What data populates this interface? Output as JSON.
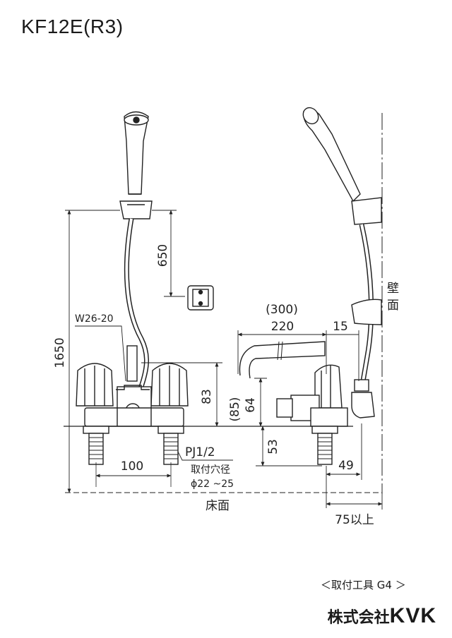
{
  "title": "KF12E(R3)",
  "dims": {
    "h1650": "1650",
    "h650": "650",
    "w_thread": "W26-20",
    "h83": "83",
    "w100": "100",
    "pj": "PJ1/2",
    "hole_label": "取付穴径",
    "hole_dia": "ϕ22 ~25",
    "floor": "床面",
    "wall_1": "壁",
    "wall_2": "面",
    "w300": "(300)",
    "w220": "220",
    "w15": "15",
    "h85": "(85)",
    "h64": "64",
    "h53": "53",
    "w49": "49",
    "w75": "75以上"
  },
  "footer": {
    "tools": "＜取付工具 G4 ＞",
    "maker_jp": "株式会社",
    "maker_logo": "KVK"
  }
}
